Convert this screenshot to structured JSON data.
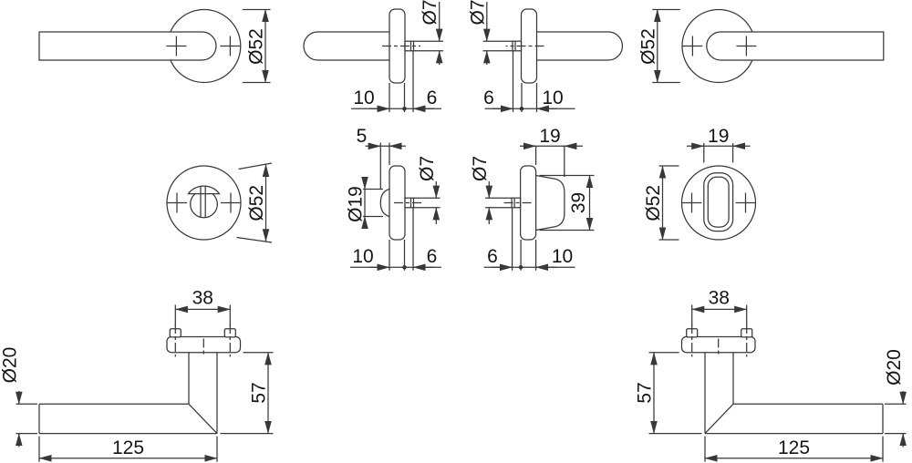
{
  "drawing": {
    "product": "door-handle-set-technical-drawing",
    "background": "#ffffff",
    "line_color": "#383838",
    "text_color": "#151515",
    "views": {
      "lever_front_left": {
        "rosette_diameter": "Ø52"
      },
      "lever_side_left": {
        "spindle_diameter": "Ø7",
        "rosette_thickness": "10",
        "spindle_projection": "6"
      },
      "lever_side_right": {
        "spindle_diameter": "Ø7",
        "spindle_projection": "6",
        "rosette_thickness": "10"
      },
      "lever_front_right": {
        "rosette_diameter": "Ø52"
      },
      "wc_rosette_front_left": {
        "rosette_diameter": "Ø52"
      },
      "wc_turn_side_left": {
        "turn_projection": "5",
        "turn_diameter": "Ø19",
        "spindle_diameter": "Ø7",
        "rosette_thickness": "10",
        "spindle_projection": "6"
      },
      "wc_turn_side_right": {
        "knob_width": "19",
        "knob_height": "39",
        "spindle_diameter": "Ø7",
        "spindle_projection": "6",
        "rosette_thickness": "10"
      },
      "wc_rosette_front_right": {
        "slot_width": "19",
        "rosette_diameter": "Ø52"
      },
      "handle_top_left": {
        "screw_spacing": "38",
        "grip_diameter": "Ø20",
        "neck_height": "57",
        "lever_length": "125"
      },
      "handle_top_right": {
        "screw_spacing": "38",
        "neck_height": "57",
        "grip_diameter": "Ø20",
        "lever_length": "125"
      }
    }
  }
}
